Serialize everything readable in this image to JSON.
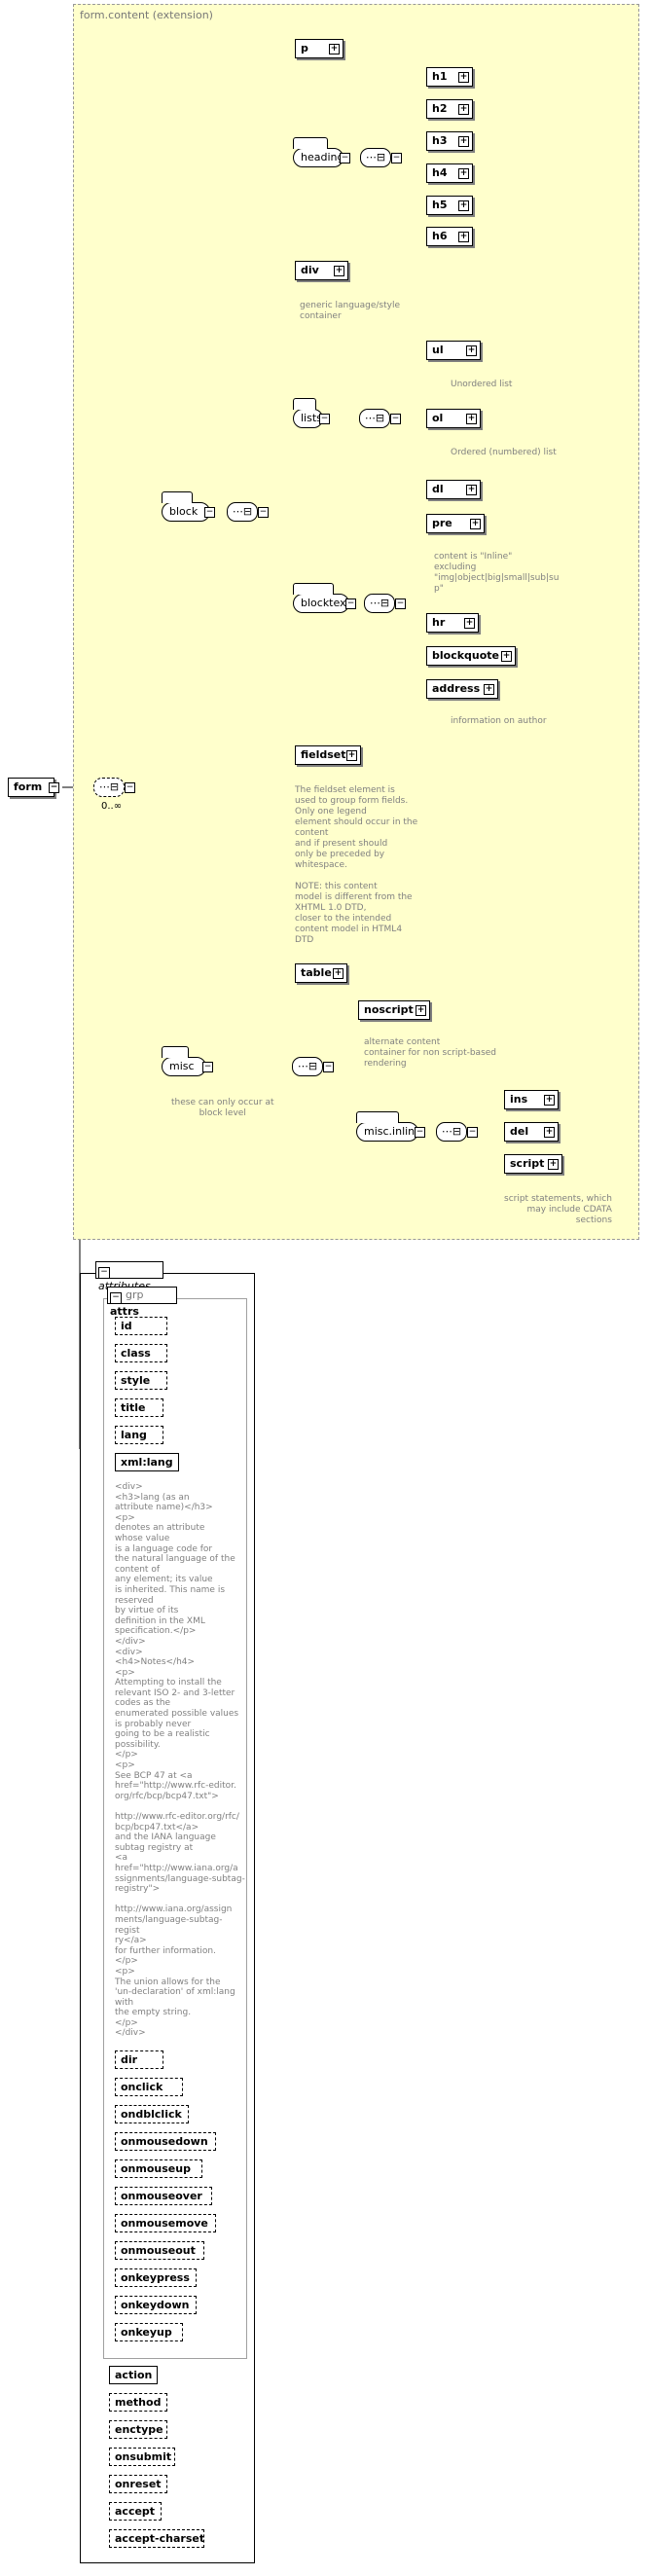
{
  "root": {
    "label": "form"
  },
  "group": {
    "label": "form.content (extension)"
  },
  "occurs": "0..∞",
  "block": {
    "label": "block"
  },
  "misc": {
    "label": "misc",
    "doc": "these can only occur at\nblock level"
  },
  "heading": {
    "label": "heading",
    "items": [
      "h1",
      "h2",
      "h3",
      "h4",
      "h5",
      "h6"
    ]
  },
  "p": {
    "label": "p"
  },
  "div": {
    "label": "div",
    "doc": "generic language/style\ncontainer"
  },
  "lists": {
    "label": "lists",
    "items": [
      {
        "label": "ul",
        "doc": "Unordered list"
      },
      {
        "label": "ol",
        "doc": "Ordered (numbered) list"
      },
      {
        "label": "dl",
        "doc": ""
      }
    ]
  },
  "blocktext": {
    "label": "blocktext",
    "items": [
      {
        "label": "pre",
        "doc": "content is \"Inline\"\nexcluding\n\"img|object|big|small|sub|su\np\""
      },
      {
        "label": "hr",
        "doc": ""
      },
      {
        "label": "blockquote",
        "doc": ""
      },
      {
        "label": "address",
        "doc": "information on author"
      }
    ]
  },
  "fieldset": {
    "label": "fieldset",
    "doc": "The fieldset element is\nused to group form fields.\n   Only one legend\nelement should occur in the\ncontent\n   and if present should\nonly be preceded by\nwhitespace.\n\n   NOTE: this content\nmodel is different from the\nXHTML 1.0 DTD,\n   closer to the intended\ncontent model in HTML4\nDTD"
  },
  "table": {
    "label": "table"
  },
  "noscript": {
    "label": "noscript",
    "doc": "alternate content\ncontainer for non script-based\nrendering"
  },
  "misc_inline": {
    "label": "misc.inline",
    "items": [
      "ins",
      "del",
      "script"
    ],
    "script_doc": "script statements, which\nmay include CDATA\nsections"
  },
  "attributes": {
    "tab": "attributes",
    "grp_prefix": "grp",
    "grp_name": "attrs",
    "list1": [
      "id",
      "class",
      "style",
      "title",
      "lang",
      "xml:lang"
    ],
    "xmllang_doc": "<div>\n         <h3>lang (as an\nattribute name)</h3>\n         <p>\n   denotes an attribute\nwhose value\n   is a language code for\nthe natural language of the\ncontent of\n   any element; its value\nis inherited.  This name is\nreserved\n   by virtue of its\ndefinition in the XML\nspecification.</p>\n</div>\n<div>\n         <h4>Notes</h4>\n         <p>\n   Attempting to install the\nrelevant ISO 2- and 3-letter\n     codes as the\nenumerated possible values\nis probably never\n     going to be a realistic\npossibility.\n   </p>\n         <p>\n   See BCP 47 at <a\nhref=\"http://www.rfc-editor.\norg/rfc/bcp/bcp47.txt\">\n\nhttp://www.rfc-editor.org/rfc/\nbcp/bcp47.txt</a>\n     and the IANA language\nsubtag registry at\n     <a\nhref=\"http://www.iana.org/a\nssignments/language-subtag-\nregistry\">\n\nhttp://www.iana.org/assign\nments/language-subtag-regist\nry</a>\n     for further information.\n   </p>\n         <p>\n   The union allows for the\n'un-declaration' of xml:lang\nwith\n     the empty string.\n   </p>\n</div>",
    "list2": [
      "dir",
      "onclick",
      "ondblclick",
      "onmousedown",
      "onmouseup",
      "onmouseover",
      "onmousemove",
      "onmouseout",
      "onkeypress",
      "onkeydown",
      "onkeyup"
    ],
    "action": "action",
    "list3": [
      "method",
      "enctype",
      "onsubmit",
      "onreset",
      "accept",
      "accept-charset"
    ]
  }
}
